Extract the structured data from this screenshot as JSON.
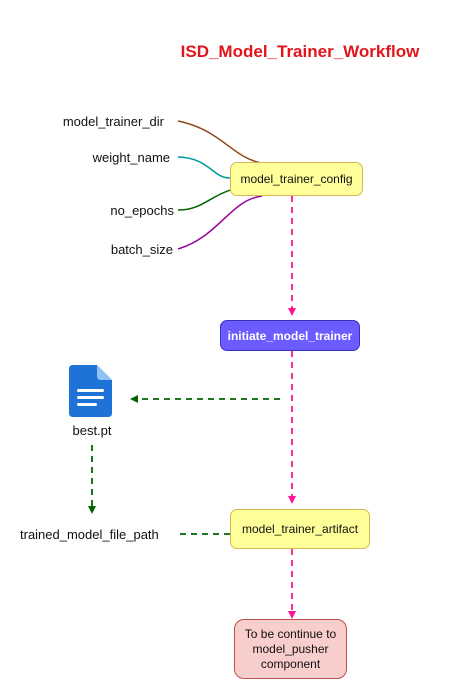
{
  "title": "ISD_Model_Trainer_Workflow",
  "config_inputs": {
    "model_trainer_dir": "model_trainer_dir",
    "weight_name": "weight_name",
    "no_epochs": "no_epochs",
    "batch_size": "batch_size"
  },
  "nodes": {
    "config": "model_trainer_config",
    "initiate": "initiate_model_trainer",
    "artifact": "model_trainer_artifact",
    "next_step": "To be continue to model_pusher component"
  },
  "file": {
    "name": "best.pt",
    "icon": "document-file-icon"
  },
  "artifact_output": "trained_model_file_path",
  "colors": {
    "title": "#e3141c",
    "flow_arrow": "#ff1493",
    "output_arrow": "#006400",
    "line_model_trainer_dir": "#8b4513",
    "line_weight_name": "#009999",
    "line_no_epochs": "#006400",
    "line_batch_size": "#990099",
    "config_fill": "#ffff99",
    "initiate_fill": "#6a5cff",
    "next_fill": "#f8cecc",
    "file_icon": "#1f73d6"
  }
}
